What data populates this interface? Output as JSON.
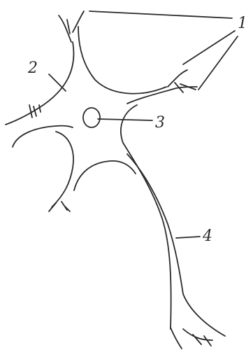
{
  "diagram": {
    "labels": [
      {
        "id": "dendrites",
        "text": "1"
      },
      {
        "id": "cell-body",
        "text": "2"
      },
      {
        "id": "nucleus",
        "text": "3"
      },
      {
        "id": "axon",
        "text": "4"
      }
    ]
  },
  "colors": {
    "ink": "#2a2a2a",
    "paper": "#ffffff"
  }
}
